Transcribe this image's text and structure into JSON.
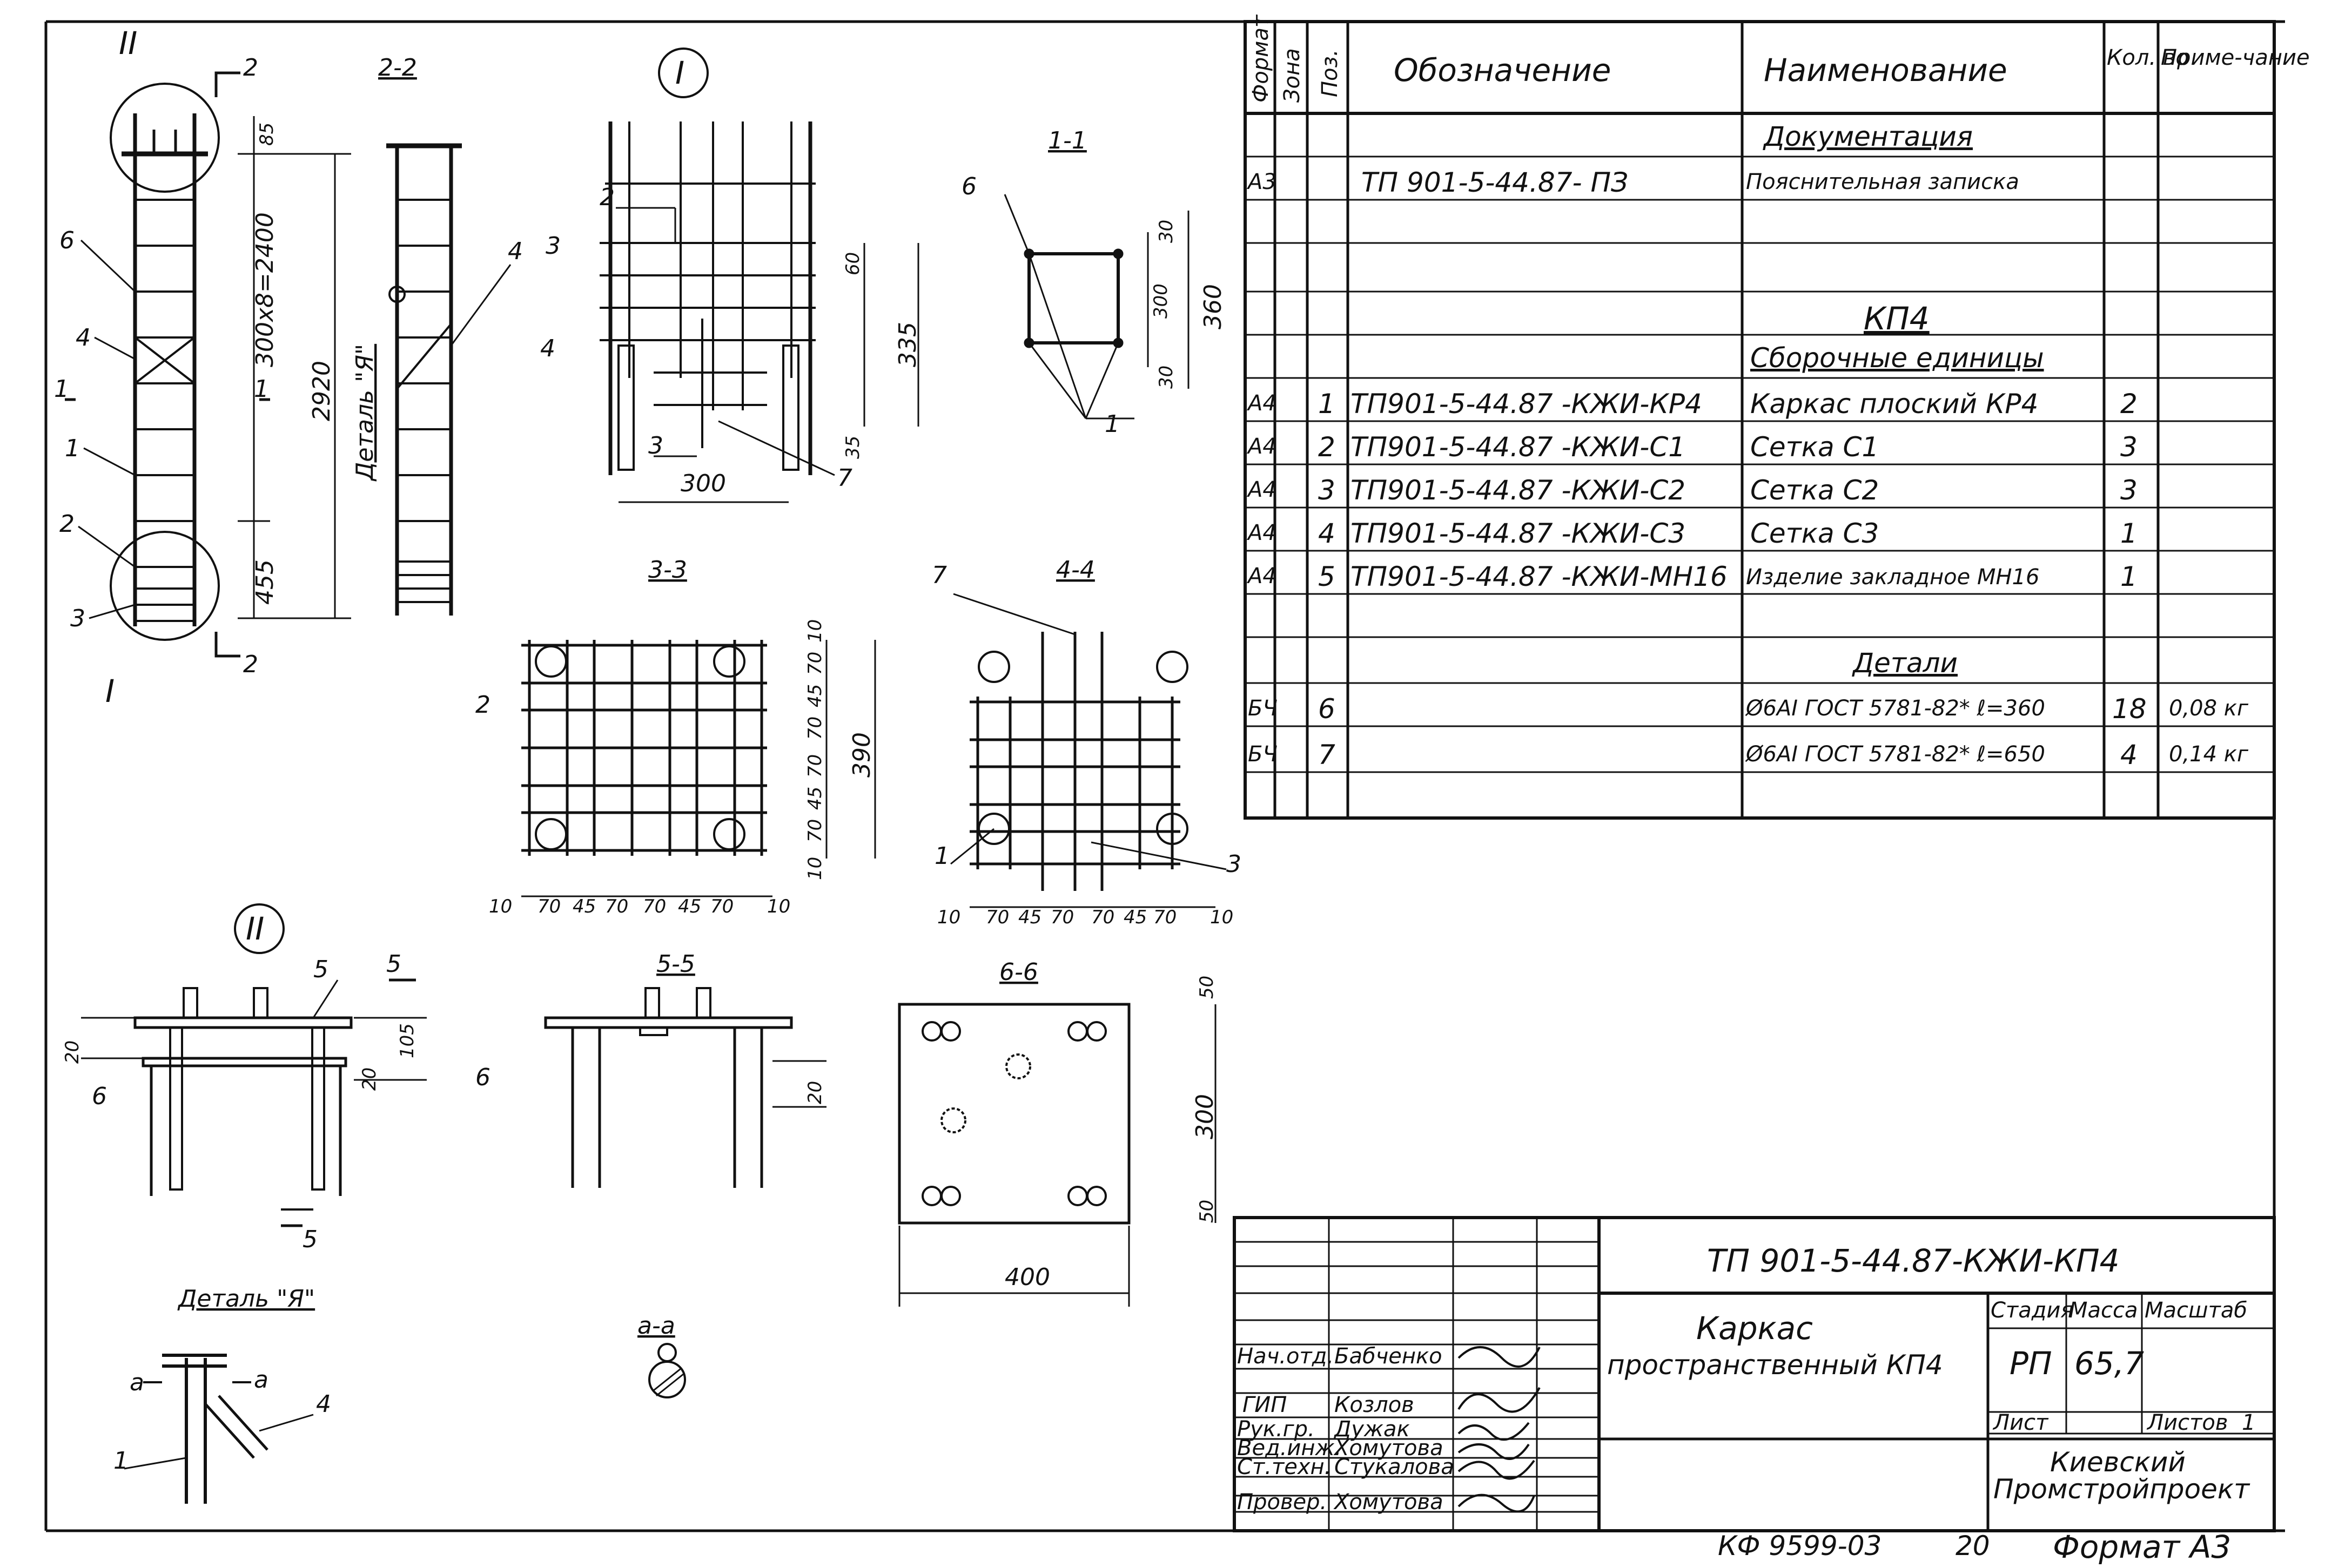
{
  "drawing": {
    "sections": {
      "s22": "2-2",
      "s11": "1-1",
      "s33": "3-3",
      "s44": "4-4",
      "s55": "5-5",
      "s66": "6-6",
      "aa": "a-a",
      "detail": "Деталь \"Я\"",
      "detail_vertical": "Деталь \"Я\"",
      "node1": "I",
      "node2": "II"
    },
    "leaders": [
      "1",
      "2",
      "3",
      "4",
      "5",
      "6",
      "7"
    ],
    "section_marks": {
      "m1": "1",
      "m2": "2",
      "m3": "3",
      "m4": "4",
      "m5": "5",
      "m6": "6",
      "ma": "a"
    },
    "dims": {
      "elev": {
        "d85": "85",
        "d300x8": "300х8=2400",
        "d2920": "2920",
        "d455": "455"
      },
      "node1": {
        "d300": "300",
        "d335": "335",
        "d60": "60",
        "d35": "35"
      },
      "s11": {
        "d30": "30",
        "d300": "300",
        "d360": "360"
      },
      "s33": {
        "bottom": [
          "10",
          "70",
          "45",
          "70",
          "70",
          "45",
          "70",
          "10"
        ],
        "right": [
          "10",
          "70",
          "45",
          "70",
          "70",
          "45",
          "70",
          "10"
        ],
        "total": "390"
      },
      "s44": {
        "bottom": [
          "10",
          "70",
          "45",
          "70",
          "70",
          "45",
          "70",
          "10"
        ]
      },
      "node2": {
        "d20": "20",
        "d105": "105",
        "d20b": "20"
      },
      "s55": {
        "d20": "20"
      },
      "s66": {
        "d50": "50",
        "d300": "300",
        "d50b": "50",
        "d400": "400"
      }
    }
  },
  "spec": {
    "headers": {
      "format": "Формат",
      "zone": "Зона",
      "pos": "Поз.",
      "designation": "Обозначение",
      "name": "Наименование",
      "qty": "Кол. во",
      "note": "Приме-чание"
    },
    "rows": [
      {
        "format": "",
        "pos": "",
        "designation": "",
        "name": "Документация",
        "qty": "",
        "note": "",
        "section": true
      },
      {
        "format": "А3",
        "pos": "",
        "designation": "ТП 901-5-44.87- ПЗ",
        "name": "Пояснительная записка",
        "qty": "",
        "note": ""
      },
      {
        "format": "",
        "pos": "",
        "designation": "",
        "name": "",
        "qty": "",
        "note": ""
      },
      {
        "format": "",
        "pos": "",
        "designation": "",
        "name": "",
        "qty": "",
        "note": ""
      },
      {
        "format": "",
        "pos": "",
        "designation": "",
        "name": "КП4",
        "qty": "",
        "note": "",
        "section": true
      },
      {
        "format": "",
        "pos": "",
        "designation": "",
        "name": "Сборочные единицы",
        "qty": "",
        "note": "",
        "section": true
      },
      {
        "format": "А4",
        "pos": "1",
        "designation": "ТП901-5-44.87 -КЖИ-КР4",
        "name": "Каркас плоский КР4",
        "qty": "2",
        "note": ""
      },
      {
        "format": "А4",
        "pos": "2",
        "designation": "ТП901-5-44.87 -КЖИ-С1",
        "name": "Сетка С1",
        "qty": "3",
        "note": ""
      },
      {
        "format": "А4",
        "pos": "3",
        "designation": "ТП901-5-44.87 -КЖИ-С2",
        "name": "Сетка С2",
        "qty": "3",
        "note": ""
      },
      {
        "format": "А4",
        "pos": "4",
        "designation": "ТП901-5-44.87 -КЖИ-С3",
        "name": "Сетка С3",
        "qty": "1",
        "note": ""
      },
      {
        "format": "А4",
        "pos": "5",
        "designation": "ТП901-5-44.87 -КЖИ-МН16",
        "name": "Изделие закладное МН16",
        "qty": "1",
        "note": ""
      },
      {
        "format": "",
        "pos": "",
        "designation": "",
        "name": "",
        "qty": "",
        "note": ""
      },
      {
        "format": "",
        "pos": "",
        "designation": "",
        "name": "Детали",
        "qty": "",
        "note": "",
        "section": true
      },
      {
        "format": "БЧ",
        "pos": "6",
        "designation": "",
        "name": "Ø6АI ГОСТ 5781-82* ℓ=360",
        "qty": "18",
        "note": "0,08 кг"
      },
      {
        "format": "БЧ",
        "pos": "7",
        "designation": "",
        "name": "Ø6АI ГОСТ 5781-82* ℓ=650",
        "qty": "4",
        "note": "0,14 кг"
      },
      {
        "format": "",
        "pos": "",
        "designation": "",
        "name": "",
        "qty": "",
        "note": ""
      }
    ]
  },
  "title_block": {
    "code": "ТП 901-5-44.87-КЖИ-КП4",
    "title_line1": "Каркас",
    "title_line2": "пространственный КП4",
    "stage_label": "Стадия",
    "mass_label": "Масса",
    "scale_label": "Масштаб",
    "stage": "РП",
    "mass": "65,7",
    "sheet_label": "Лист",
    "sheets_label": "Листов",
    "sheets": "1",
    "org_line1": "Киевский",
    "org_line2": "Промстройпроект",
    "roles": [
      {
        "role": "Нач.отд.",
        "name": "Бабченко"
      },
      {
        "role": "ГИП",
        "name": "Козлов"
      },
      {
        "role": "Рук.гр.",
        "name": "Дужак"
      },
      {
        "role": "Вед.инж.",
        "name": "Хомутова"
      },
      {
        "role": "Ст.техн.",
        "name": "Стукалова"
      },
      {
        "role": "Провер.",
        "name": "Хомутова"
      }
    ]
  },
  "footer": {
    "archive": "КФ 9599-03",
    "page": "20",
    "format": "Формат А3"
  }
}
